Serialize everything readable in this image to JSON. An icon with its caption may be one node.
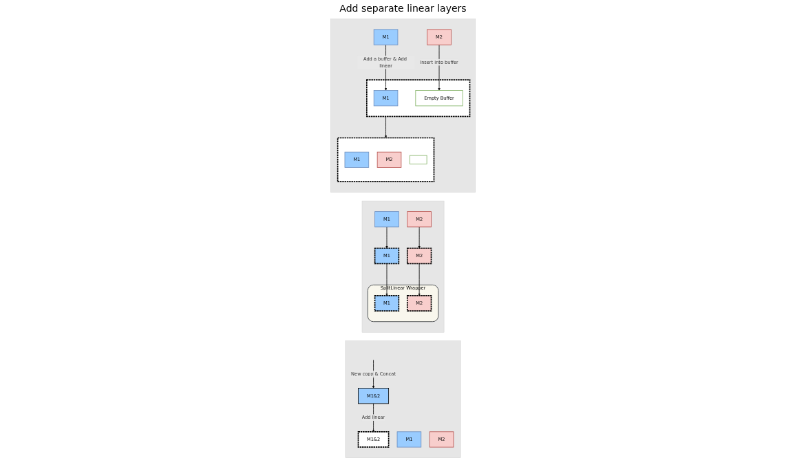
{
  "diagram": {
    "nodes": [
      {
        "text": [],
        "shape": "box"
      },
      {
        "text": [
          "M1"
        ],
        "in": 0
      },
      {
        "text": [
          "M2"
        ],
        "in": 0
      },
      {
        "text": [
          "M1&2"
        ],
        "in": 0
      },
      {
        "text": [
          "M1&2"
        ],
        "in": 0
      },
      {
        "text": [],
        "shape": "box"
      },
      {
        "text": [
          "M1"
        ],
        "in": 5
      },
      {
        "text": [
          "M2"
        ],
        "in": 5
      },
      {
        "text": [
          "M1"
        ],
        "in": 5
      },
      {
        "text": [
          "M2"
        ],
        "in": 5
      },
      {
        "text": [
          "SplitLinear Wrapper"
        ],
        "in": 5
      },
      {
        "text": [
          "M1"
        ],
        "in": 10
      },
      {
        "text": [
          "M2"
        ],
        "in": 10
      },
      {
        "text": [],
        "shape": "box"
      },
      {
        "text": [
          "M1"
        ],
        "in": 13
      },
      {
        "text": [
          "M2"
        ],
        "in": 13
      },
      {
        "text": [],
        "shape": "box",
        "in": 13
      },
      {
        "text": [
          "M1"
        ],
        "in": 16
      },
      {
        "text": [
          "Empty Buffer"
        ],
        "in": 16
      },
      {
        "text": [],
        "shape": "box",
        "in": 13
      },
      {
        "text": [
          "M1"
        ],
        "in": 19
      },
      {
        "text": [
          "M2"
        ],
        "in": 19
      },
      {
        "text": [],
        "shape": "box",
        "in": 19
      }
    ],
    "edges": [
      {
        "from": null,
        "to": 3,
        "arrow": "to",
        "label": "New copy & Concat"
      },
      {
        "from": 3,
        "to": 4,
        "arrow": "to",
        "label": "Add linear"
      },
      {
        "from": 6,
        "to": 8,
        "arrow": "to"
      },
      {
        "from": 7,
        "to": 9,
        "arrow": "to"
      },
      {
        "from": 8,
        "to": 11,
        "arrow": "to"
      },
      {
        "from": 9,
        "to": 12,
        "arrow": "to"
      },
      {
        "from": 14,
        "to": 17,
        "arrow": "to",
        "label": "Add a buffer & Add linear"
      },
      {
        "from": 15,
        "to": 18,
        "arrow": "to",
        "label": "Insert into buffer"
      },
      {
        "from": 16,
        "to": 19,
        "arrow": "to"
      }
    ],
    "labels": [
      "Add separate linear layers"
    ]
  }
}
